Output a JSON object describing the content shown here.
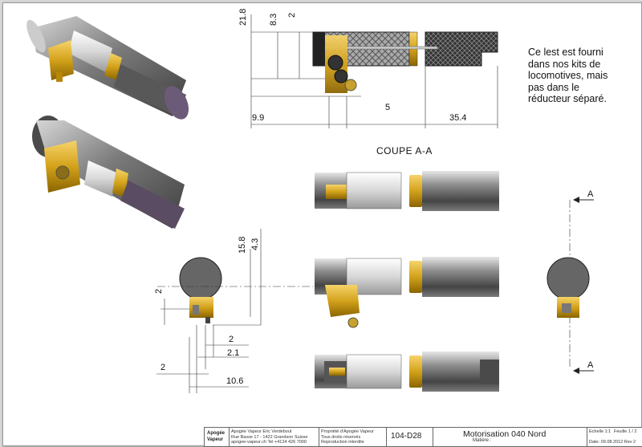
{
  "note": {
    "lines": [
      "Ce lest est fourni",
      "dans nos kits de",
      "locomotives, mais",
      "pas dans le",
      "réducteur séparé."
    ]
  },
  "section_title": "COUPE A-A",
  "section_marker": "A",
  "dimensions": {
    "top_vertical": [
      "21.8",
      "8.3",
      "2"
    ],
    "top_horizontal": [
      "9.9",
      "5",
      "35.4"
    ],
    "front_vertical": [
      "15.8",
      "4.3",
      "2"
    ],
    "front_horizontal": [
      "2",
      "2.1",
      "2",
      "10.6"
    ]
  },
  "title_block": {
    "logo": [
      "Apogée",
      "Vapeur"
    ],
    "address": [
      "Apogée Vapeur Eric Verdebout",
      "Rue Basse 17 - 1422 Grandson Suisse",
      "apogee-vapeur.ch Tel +4124 426 7000"
    ],
    "property": [
      "Propriété d'Apogée Vapeur",
      "Tous droits réservés",
      "Reproduction interdite"
    ],
    "reference": "104-D28",
    "title": "Motorisation 040 Nord",
    "material_label": "Matière :",
    "scale": "Echelle 1:1",
    "sheet": "Feuille 1 / 2",
    "date": "Date: 09.08.2012 Rev 2"
  }
}
